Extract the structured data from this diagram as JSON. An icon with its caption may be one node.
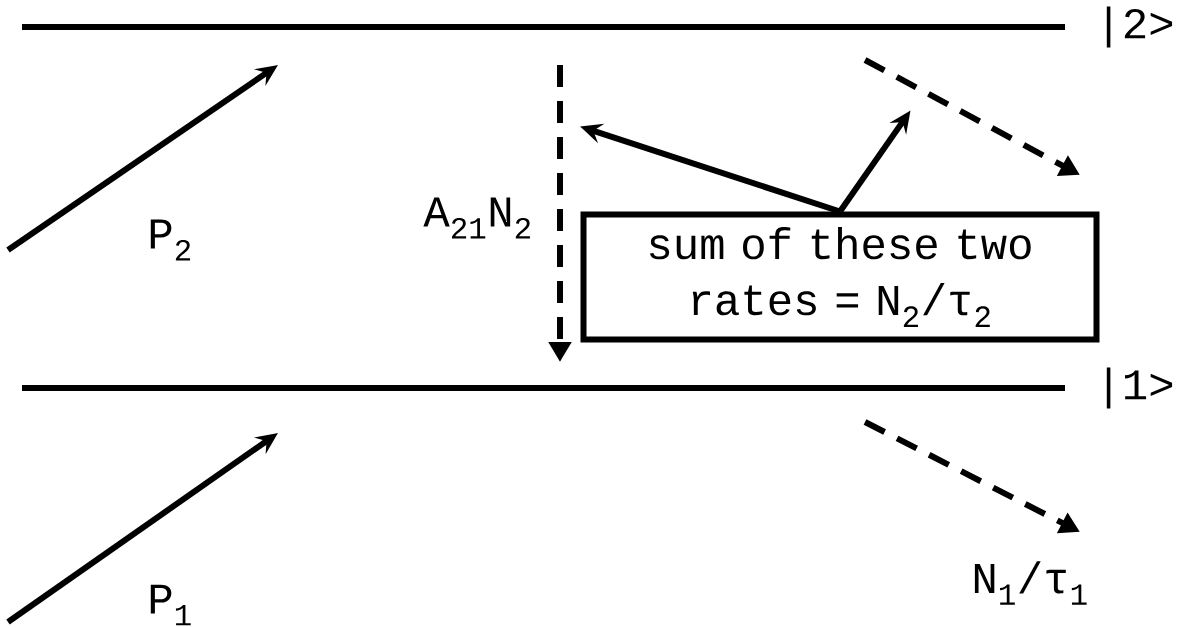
{
  "diagram": {
    "nodes": [
      {
        "text": [
          "sum of these two rates = N$_{2}$/τ$_{2}$"
        ]
      },
      {
        "text": [],
        "shape": "arrow"
      },
      {
        "text": [],
        "shape": "arrow"
      },
      {
        "text": [],
        "shape": "arrow"
      }
    ],
    "edges": [
      {
        "from": 0,
        "to": 1,
        "arrow": "to"
      },
      {
        "from": 0,
        "to": 2,
        "arrow": "to"
      }
    ],
    "labels": [
      "|2>",
      "P$_{2}$",
      "A$_{21}$N$_{2}$",
      "|1>",
      "P$_{1}$",
      "N$_{1}$/τ$_{1}$"
    ]
  }
}
